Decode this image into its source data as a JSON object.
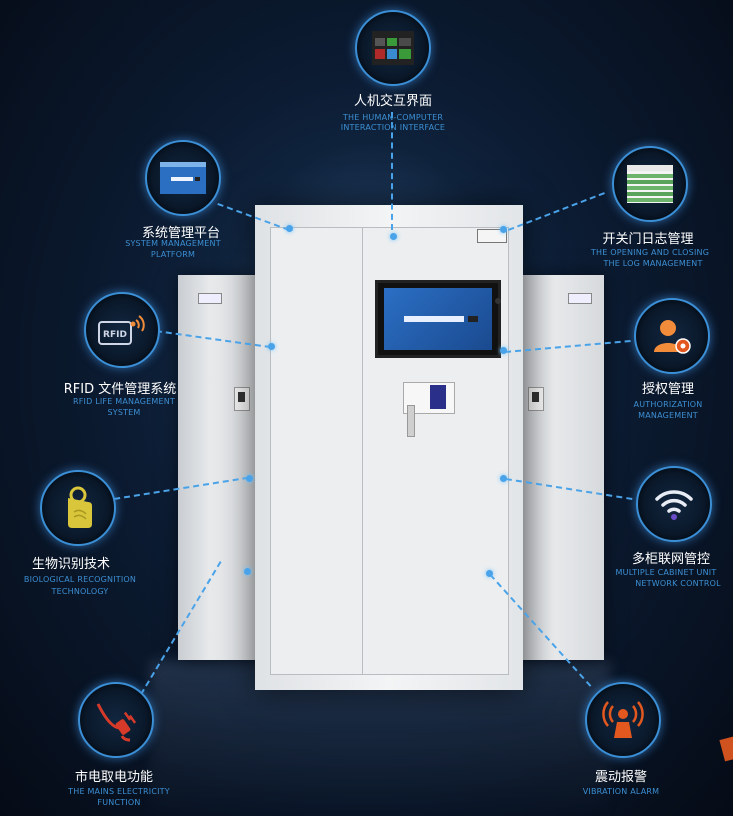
{
  "features": [
    {
      "id": "hmi",
      "title": "人机交互界面",
      "subtitle": [
        "THE HUMAN-COMPUTER",
        "INTERACTION INTERFACE"
      ],
      "icon": "touchscreen-icon"
    },
    {
      "id": "platform",
      "title": "系统管理平台",
      "subtitle": [
        "SYSTEM MANAGEMENT",
        "PLATFORM"
      ],
      "icon": "monitor-platform-icon"
    },
    {
      "id": "doorlog",
      "title": "开关门日志管理",
      "subtitle": [
        "THE OPENING AND CLOSING",
        "THE LOG MANAGEMENT"
      ],
      "icon": "log-table-icon"
    },
    {
      "id": "rfid",
      "title": "RFID 文件管理系统",
      "subtitle": [
        "RFID LIFE MANAGEMENT",
        "SYSTEM"
      ],
      "icon": "rfid-icon",
      "icon_text": "RFID"
    },
    {
      "id": "auth",
      "title": "授权管理",
      "subtitle": [
        "AUTHORIZATION",
        "MANAGEMENT"
      ],
      "icon": "user-gear-icon"
    },
    {
      "id": "bio",
      "title": "生物识别技术",
      "subtitle": [
        "BIOLOGICAL RECOGNITION",
        "TECHNOLOGY"
      ],
      "icon": "fingerprint-tag-icon"
    },
    {
      "id": "network",
      "title": "多柜联网管控",
      "subtitle": [
        "MULTIPLE CABINET UNIT",
        "NETWORK CONTROL"
      ],
      "icon": "wifi-icon"
    },
    {
      "id": "mains",
      "title": "市电取电功能",
      "subtitle": [
        "THE MAINS ELECTRICITY",
        "FUNCTION"
      ],
      "icon": "power-plug-icon"
    },
    {
      "id": "vibration",
      "title": "震动报警",
      "subtitle": [
        "VIBRATION ALARM"
      ],
      "icon": "alarm-icon"
    }
  ],
  "colors": {
    "accent": "#3c8fd3",
    "line": "#4aa3e8",
    "alarm": "#e2581f"
  }
}
